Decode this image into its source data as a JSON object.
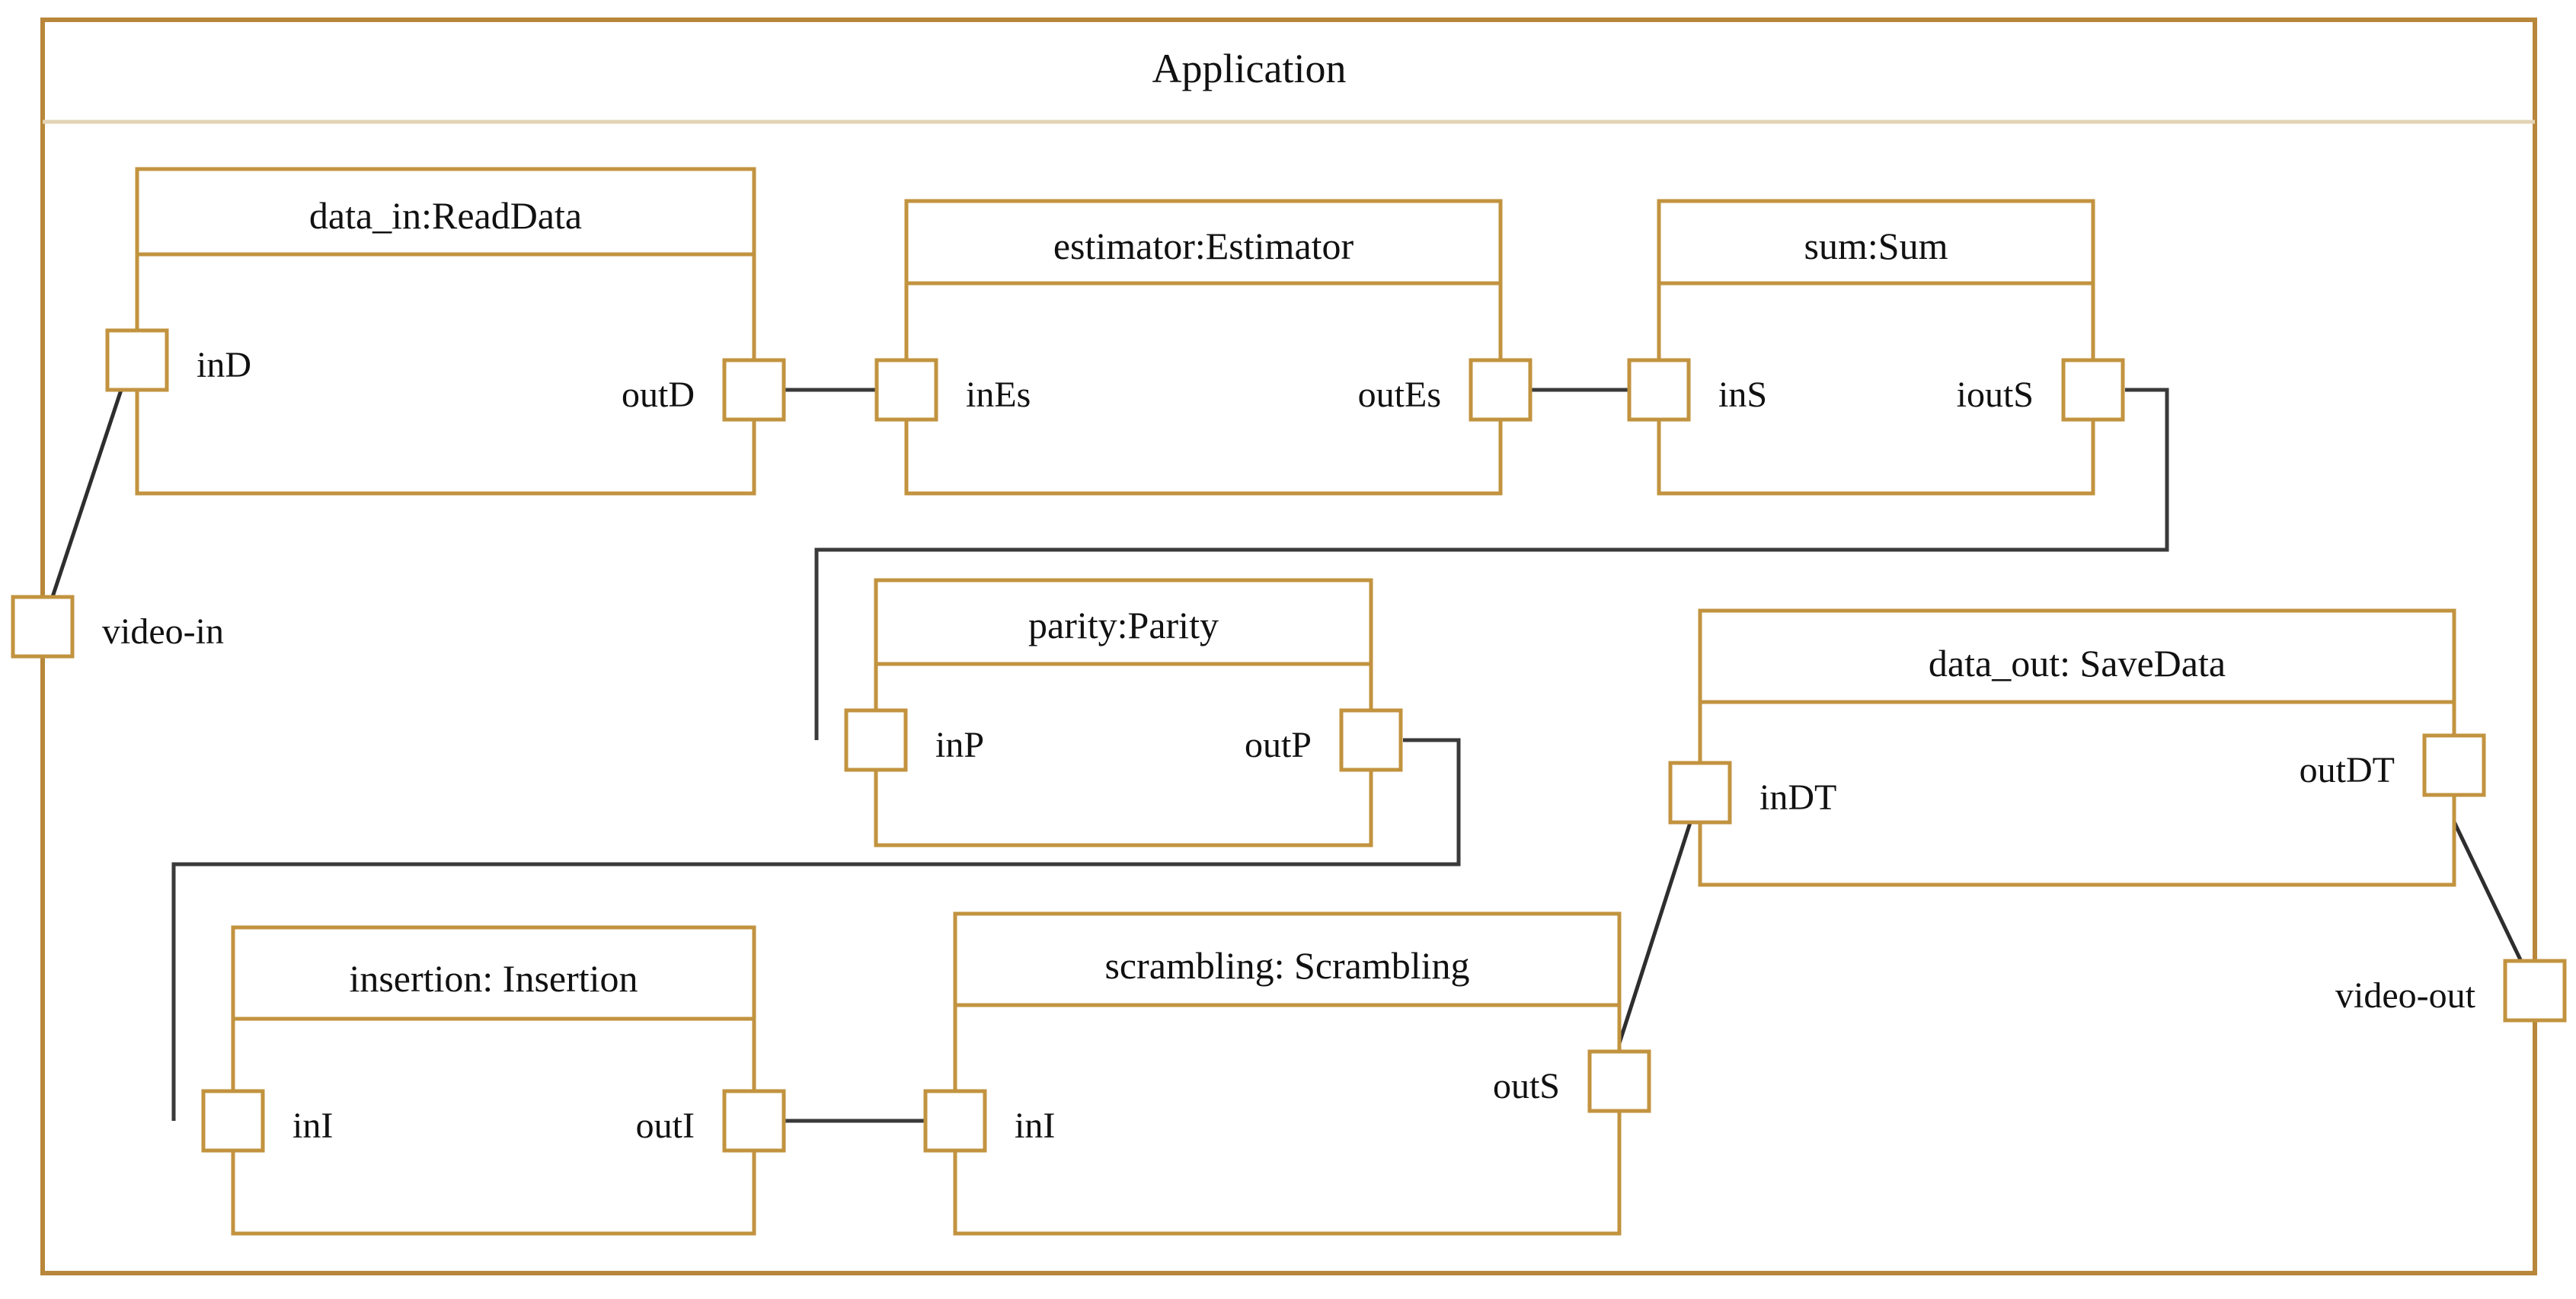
{
  "diagram": {
    "type": "uml-composite-structure",
    "frame": {
      "title": "Application",
      "stereotype": ""
    },
    "external_ports": [
      {
        "id": "video-in",
        "label": "video-in",
        "side": "left"
      },
      {
        "id": "video-out",
        "label": "video-out",
        "side": "right"
      }
    ],
    "components": [
      {
        "id": "data_in",
        "title": "data_in:ReadData",
        "ports": [
          {
            "id": "inD",
            "label": "inD",
            "side": "left"
          },
          {
            "id": "outD",
            "label": "outD",
            "side": "right"
          }
        ]
      },
      {
        "id": "estimator",
        "title": "estimator:Estimator",
        "ports": [
          {
            "id": "inEs",
            "label": "inEs",
            "side": "left"
          },
          {
            "id": "outEs",
            "label": "outEs",
            "side": "right"
          }
        ]
      },
      {
        "id": "sum",
        "title": "sum:Sum",
        "ports": [
          {
            "id": "inS",
            "label": "inS",
            "side": "left"
          },
          {
            "id": "ioutS",
            "label": "ioutS",
            "side": "right"
          }
        ]
      },
      {
        "id": "parity",
        "title": "parity:Parity",
        "ports": [
          {
            "id": "inP",
            "label": "inP",
            "side": "left"
          },
          {
            "id": "outP",
            "label": "outP",
            "side": "right"
          }
        ]
      },
      {
        "id": "data_out",
        "title": "data_out: SaveData",
        "ports": [
          {
            "id": "inDT",
            "label": "inDT",
            "side": "left"
          },
          {
            "id": "outDT",
            "label": "outDT",
            "side": "right"
          }
        ]
      },
      {
        "id": "insertion",
        "title": "insertion: Insertion",
        "ports": [
          {
            "id": "inI_insertion",
            "label": "inI",
            "side": "left"
          },
          {
            "id": "outI",
            "label": "outI",
            "side": "right"
          }
        ]
      },
      {
        "id": "scrambling",
        "title": "scrambling: Scrambling",
        "ports": [
          {
            "id": "inI_scrambling",
            "label": "inI",
            "side": "left"
          },
          {
            "id": "outS",
            "label": "outS",
            "side": "right"
          }
        ]
      }
    ],
    "connectors": [
      {
        "id": "c1",
        "from": "video-in",
        "to": "inD"
      },
      {
        "id": "c2",
        "from": "outD",
        "to": "inEs"
      },
      {
        "id": "c3",
        "from": "outEs",
        "to": "inS"
      },
      {
        "id": "c4",
        "from": "ioutS",
        "to": "inP"
      },
      {
        "id": "c5",
        "from": "outP",
        "to": "inI_insertion"
      },
      {
        "id": "c6",
        "from": "outI",
        "to": "inI_scrambling"
      },
      {
        "id": "c7",
        "from": "outS",
        "to": "inDT"
      },
      {
        "id": "c8",
        "from": "outDT",
        "to": "video-out"
      }
    ],
    "colors": {
      "component_border": "#c2933f",
      "frame_border": "#b8873a",
      "frame_divider": "#e3d3b4",
      "connector": "#3a3a3a",
      "text": "#111111",
      "background": "#ffffff"
    }
  }
}
